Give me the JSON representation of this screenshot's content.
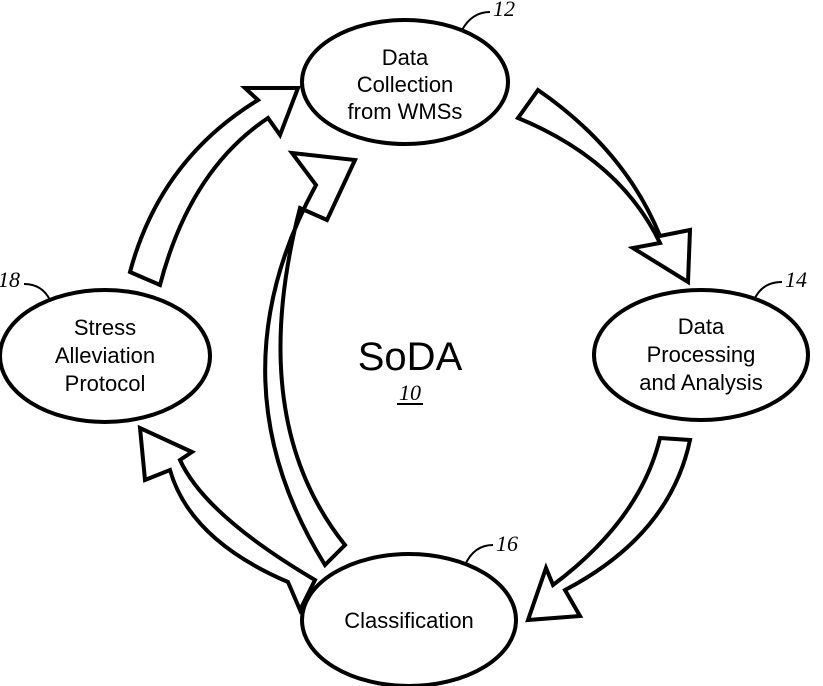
{
  "diagram": {
    "center": {
      "title": "SoDA",
      "ref": "10"
    },
    "nodes": [
      {
        "id": "data-collection",
        "lines": [
          "Data",
          "Collection",
          "from WMSs"
        ],
        "ref": "12"
      },
      {
        "id": "data-processing",
        "lines": [
          "Data",
          "Processing",
          "and Analysis"
        ],
        "ref": "14"
      },
      {
        "id": "classification",
        "lines": [
          "Classification"
        ],
        "ref": "16"
      },
      {
        "id": "stress-alleviation",
        "lines": [
          "Stress",
          "Alleviation",
          "Protocol"
        ],
        "ref": "18"
      }
    ]
  }
}
